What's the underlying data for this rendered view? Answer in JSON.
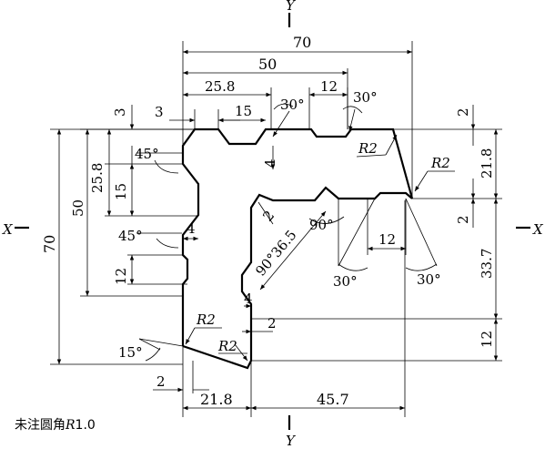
{
  "drawing": {
    "axes": {
      "x_left": "X",
      "x_right": "X",
      "y_top": "Y",
      "y_bottom": "Y"
    },
    "horizontal_dims": {
      "top_70": "70",
      "top_50": "50",
      "top_25_8": "25.8",
      "top_12": "12",
      "top_3": "3",
      "top_15": "15",
      "mid_12": "12",
      "bottom_21_8": "21.8",
      "bottom_45_7": "45.7",
      "bottom_2": "2",
      "slot_4_left": "4",
      "slot_4_lower": "4",
      "lower_2": "2"
    },
    "vertical_dims": {
      "left_70": "70",
      "left_50": "50",
      "left_25_8": "25.8",
      "left_15": "15",
      "left_12": "12",
      "left_3": "3",
      "inner_4": "4",
      "right_2_top": "2",
      "right_21_8": "21.8",
      "right_2_mid": "2",
      "right_33_7": "33.7",
      "right_12": "12"
    },
    "angles": {
      "top_30_left": "30°",
      "top_30_right": "30°",
      "left_45_upper": "45°",
      "left_45_lower": "45°",
      "inner_90": "90°",
      "inner_90_36_5": "90°36.5",
      "bottom_30_left": "30°",
      "bottom_30_right": "30°",
      "lower_15": "15°"
    },
    "radii": {
      "r2_top": "R2",
      "r2_right": "R2",
      "r2_left": "R2",
      "r2_bottom": "R2"
    },
    "note_prefix": "未注圆角",
    "note_r": "R",
    "note_value": "1.0"
  }
}
